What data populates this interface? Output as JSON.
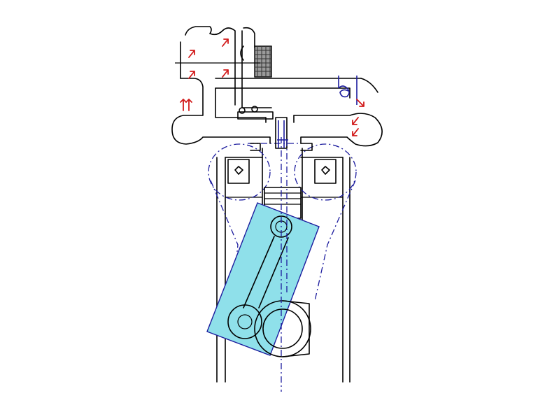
{
  "diagram": {
    "description_visible_text": "",
    "colors": {
      "background": "#ffffff",
      "outline": "#000000",
      "centerline": "#1c1c9e",
      "flow_arrows": "#d21b1b",
      "connecting_rod_fill": "#8fe0ea",
      "connecting_rod_stroke": "#1c1c9e",
      "filter_hatch": "#555555"
    },
    "parts": [
      {
        "id": "intake-manifold",
        "icon": "duct"
      },
      {
        "id": "exhaust-manifold",
        "icon": "duct"
      },
      {
        "id": "air-filter",
        "icon": "hatched-block"
      },
      {
        "id": "spark-plug",
        "icon": "plug"
      },
      {
        "id": "intake-valve",
        "icon": "valve"
      },
      {
        "id": "exhaust-valve",
        "icon": "valve"
      },
      {
        "id": "cam-left",
        "icon": "circle"
      },
      {
        "id": "cam-right",
        "icon": "circle"
      },
      {
        "id": "piston",
        "icon": "piston"
      },
      {
        "id": "connecting-rod",
        "icon": "rod"
      },
      {
        "id": "crankshaft",
        "icon": "crank"
      },
      {
        "id": "exhaust-coil",
        "icon": "coil"
      }
    ]
  }
}
